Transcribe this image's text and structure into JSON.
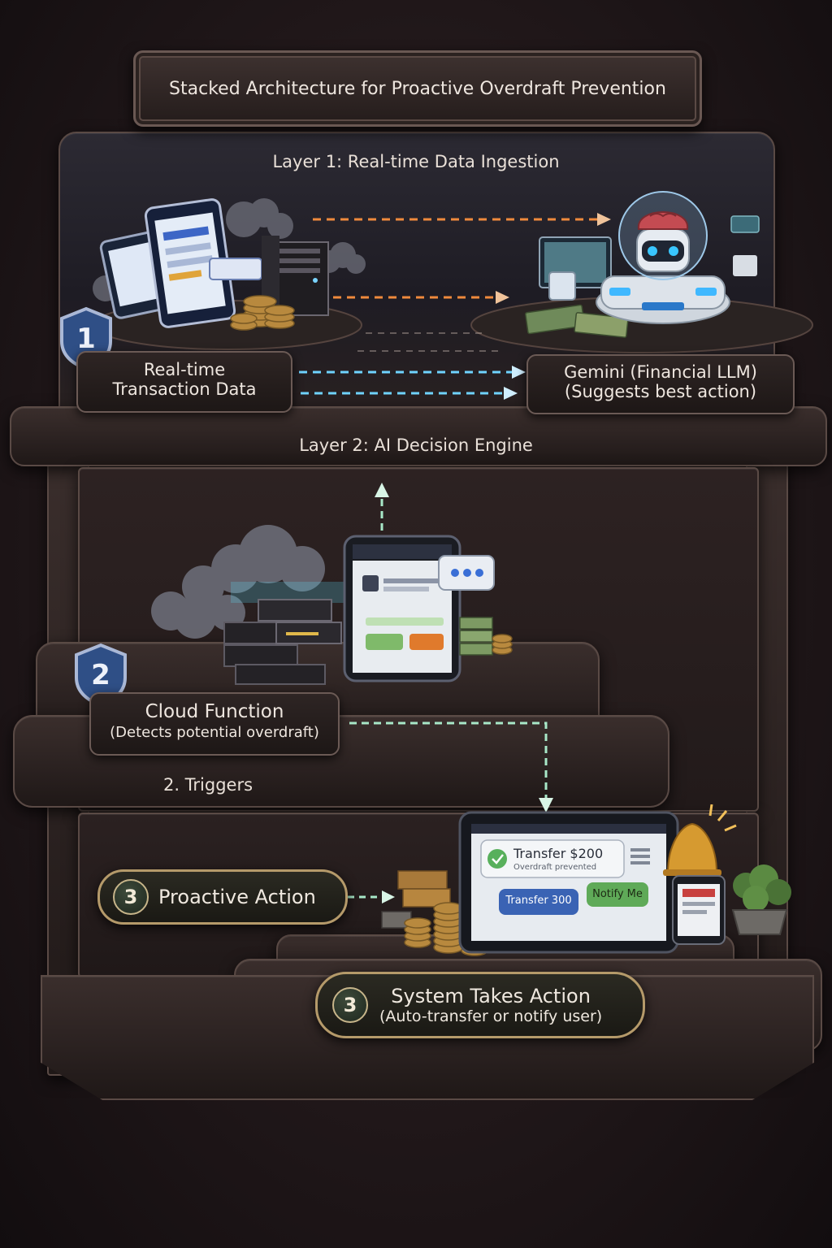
{
  "title": "Stacked Architecture for Proactive Overdraft Prevention",
  "layers": {
    "layer1_label": "Layer 1: Real-time Data Ingestion",
    "layer2_label": "Layer 2: AI Decision Engine"
  },
  "nodes": {
    "transaction": {
      "number": "1",
      "line1": "Real-time",
      "line2": "Transaction Data"
    },
    "gemini": {
      "line1": "Gemini (Financial LLM)",
      "line2": "(Suggests best action)"
    },
    "cloud_function": {
      "number": "2",
      "line1": "Cloud Function",
      "line2": "(Detects potential overdraft)"
    },
    "triggers_label": "2. Triggers",
    "proactive_action": {
      "number": "3",
      "label": "Proactive Action"
    },
    "system_action": {
      "number": "3",
      "line1": "System Takes Action",
      "line2": "(Auto-transfer or notify user)"
    }
  },
  "illustration": {
    "notification_title": "Transfer $200",
    "notification_sub": "Overdraft prevented",
    "tablet_button_transfer": "Transfer 300",
    "tablet_button_notify": "Notify Me"
  },
  "colors": {
    "arrow_orange": "#f08a3c",
    "arrow_blue": "#6fd3ff",
    "arrow_green": "#a8e8c8",
    "shield_blue": "#2f4f86",
    "accent_gold": "#c9a96a"
  },
  "icons": [
    "shield-icon",
    "smartphone-icon",
    "server-icon",
    "coins-icon",
    "robot-brain-icon",
    "cloud-icon",
    "tablet-icon",
    "bell-icon",
    "plant-icon",
    "cash-icon"
  ]
}
